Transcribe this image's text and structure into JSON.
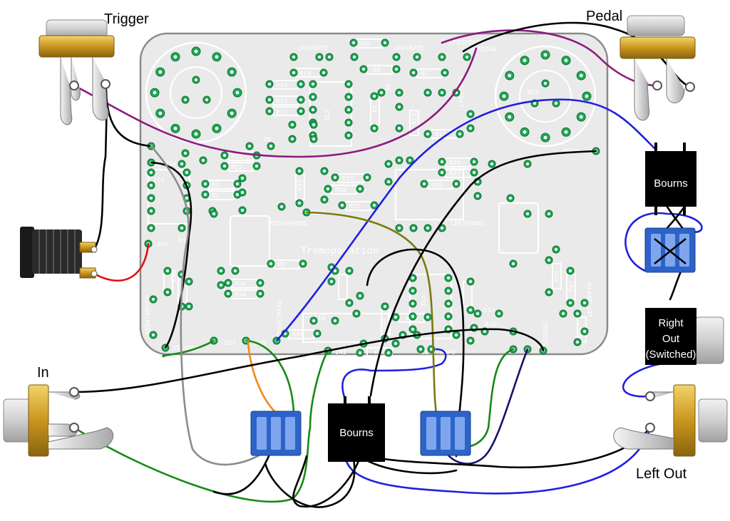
{
  "labels": {
    "trigger": "Trigger",
    "pedal": "Pedal",
    "in": "In",
    "left_out": "Left Out",
    "bourns_top": "Bourns",
    "bourns_bottom": "Bourns",
    "right_out_1": "Right",
    "right_out_2": "Out",
    "right_out_3": "(Switched)",
    "board_title": "Tremopanation"
  },
  "silkscreen": {
    "lfo2rate": "LFO2RATE",
    "lfo1rate": "LFO1RATE",
    "lfo1pedal": "LFO1PEDIN",
    "lfo1pedsw": "LFO1PEDSW",
    "lfo1trig": "LFO1TRIG",
    "ic1": "IC1",
    "ic2": "IC2",
    "ic4": "IC4",
    "gnd1a": "GND1a",
    "gnd1b": "GND1b",
    "v91": "9V1",
    "d1": "D1",
    "d5": "D5",
    "sigd": "SIGD",
    "rightpanel": "RIGHTPANEL",
    "leftpanel": "LEFTPANEL",
    "rightdepth": "RIGHTDEPTH",
    "leftdepth": "LEFTDEPTH",
    "righttrafo": "RIGHTTRAFO",
    "lefttrafo": "LEFTTRAFO",
    "siggnd1": "SIGGND1",
    "siggnd": "SIGGND",
    "s2a": "S2A",
    "s2b": "S2B",
    "in1": "IN1",
    "c20": "C20",
    "c19": "C19",
    "c14": "C14",
    "c17": "C17",
    "r1": "R1",
    "r2": "R2",
    "r3": "R3",
    "r6": "R6",
    "r7": "R7",
    "r8": "R8",
    "r9": "R9",
    "r10": "R10",
    "r11": "R11",
    "r13": "R13",
    "r14": "R14",
    "r15": "R15",
    "r16": "R16",
    "r17": "R17",
    "r18": "R18",
    "r20": "R20",
    "r21": "R21",
    "r22": "R22",
    "r23": "R23",
    "r25": "R25",
    "r26": "R26",
    "r27": "R27",
    "r28": "R28",
    "r29": "R29",
    "r31": "R31",
    "r32": "R32",
    "r33": "R33",
    "r34": "R34",
    "r35": "R35",
    "r36": "R36",
    "r37": "R37",
    "r39": "R39",
    "r40": "R40",
    "r41": "R41"
  },
  "colors": {
    "pcb": "#e9e9e9",
    "pad": "#1faa55",
    "box": "#000000",
    "switch": "#2d63c9",
    "wire_purple": "#8b1a7e",
    "wire_blue": "#1f1fe0",
    "wire_red": "#e01010",
    "wire_green": "#158a15",
    "wire_gray": "#8c8c8c",
    "wire_orange": "#f08a18",
    "wire_olive": "#7a7a10",
    "wire_navy": "#17126e",
    "jack_gold": "#d4a92b"
  }
}
